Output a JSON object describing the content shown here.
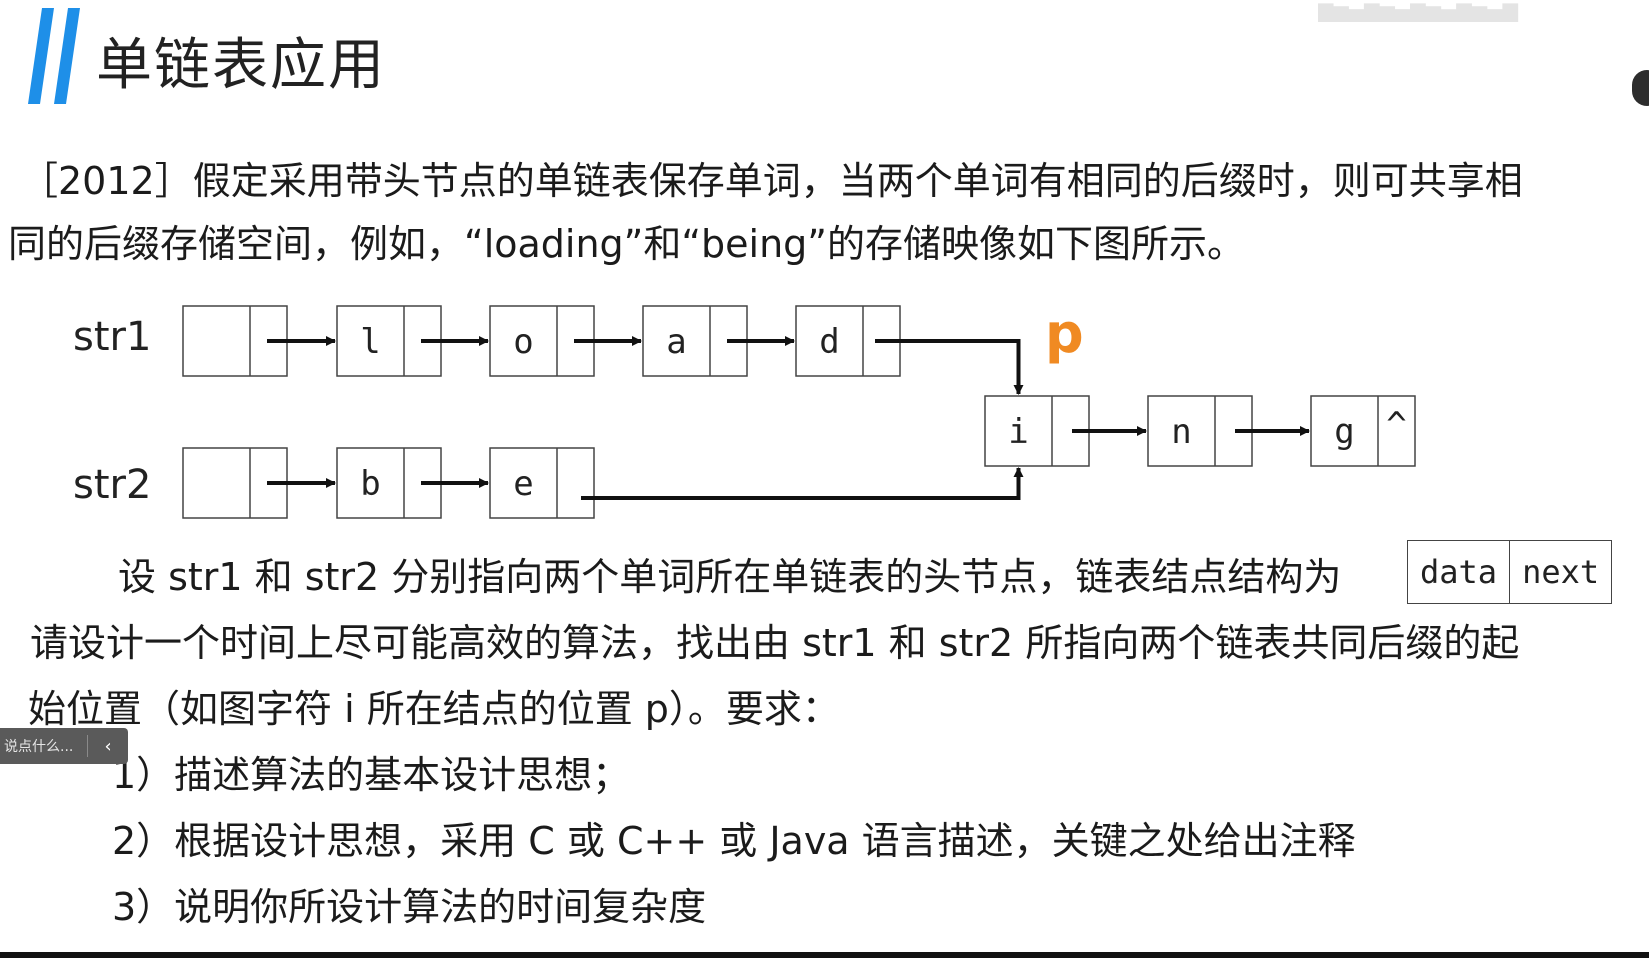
{
  "title": "单链表应用",
  "problem": {
    "line1": "［2012］假定采用带头节点的单链表保存单词，当两个单词有相同的后缀时，则可共享相",
    "line2": "同的后缀存储空间，例如，“loading”和“being”的存储映像如下图所示。"
  },
  "diagram": {
    "str1_label": "str1",
    "str2_label": "str2",
    "pointer_label": "p",
    "str1_chars": [
      "l",
      "o",
      "a",
      "d"
    ],
    "str2_chars": [
      "b",
      "e"
    ],
    "shared_chars": [
      "i",
      "n",
      "g"
    ],
    "null_marker": "^"
  },
  "body": {
    "line1": "设 str1 和 str2 分别指向两个单词所在单链表的头节点，链表结点结构为",
    "struct_fields": [
      "data",
      "next"
    ],
    "line2": "请设计一个时间上尽可能高效的算法，找出由 str1 和 str2 所指向两个链表共同后缀的起",
    "line3": "始位置（如图字符 i 所在结点的位置 p）。要求：",
    "req1": "1）描述算法的基本设计思想；",
    "req2": "2）根据设计思想，采用 C 或 C++ 或 Java 语言描述，关键之处给出注释",
    "req3": "3）说明你所设计算法的时间复杂度"
  },
  "overlay": {
    "comment_placeholder": "说点什么...",
    "collapse_icon": "chevron-left-icon"
  },
  "colors": {
    "title_bar": "#1e8fe8",
    "pointer": "#f08a22"
  }
}
